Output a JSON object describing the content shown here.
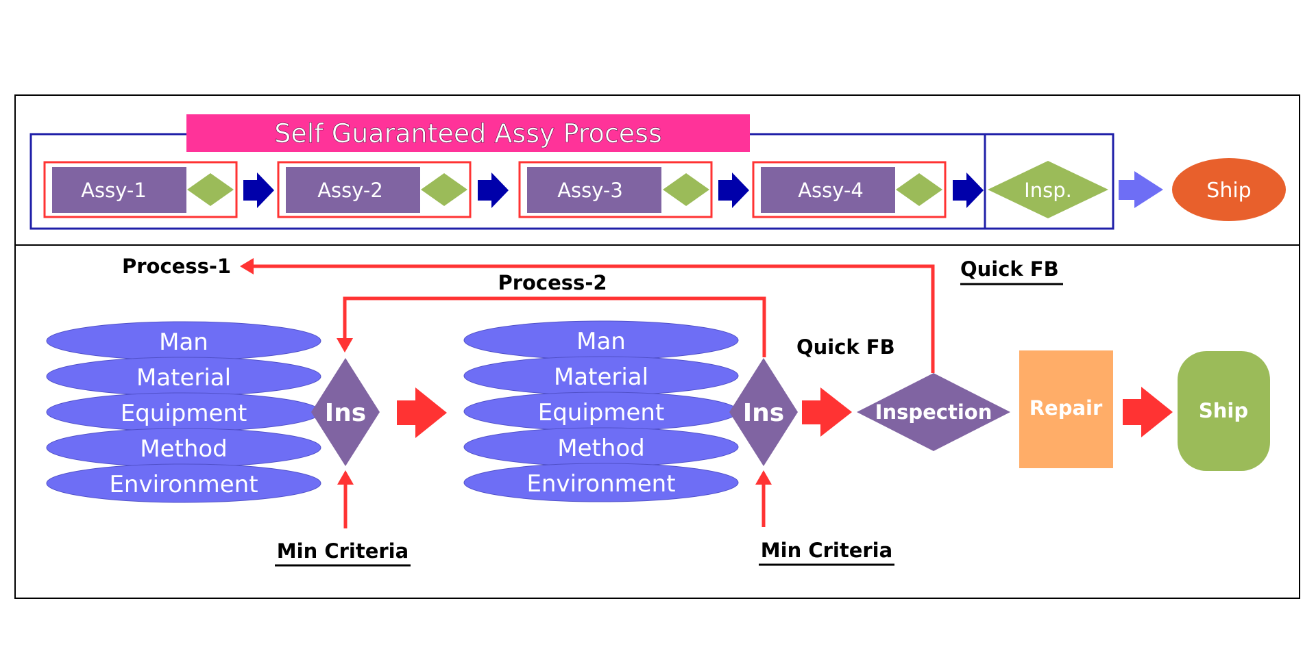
{
  "top_section": {
    "banner_title": "Self Guaranteed Assy Process",
    "assy_steps": [
      {
        "label": "Assy-1"
      },
      {
        "label": "Assy-2"
      },
      {
        "label": "Assy-3"
      },
      {
        "label": "Assy-4"
      }
    ],
    "inspection_label": "Insp.",
    "ship_label": "Ship"
  },
  "bottom_section": {
    "process1_label": "Process-1",
    "process2_label": "Process-2",
    "quick_fb_top": "Quick FB",
    "quick_fb_middle": "Quick FB",
    "stack_1": [
      "Man",
      "Material",
      "Equipment",
      "Method",
      "Environment"
    ],
    "stack_2": [
      "Man",
      "Material",
      "Equipment",
      "Method",
      "Environment"
    ],
    "ins_1": "Ins",
    "ins_2": "Ins",
    "min_criteria_1": "Min Criteria",
    "min_criteria_2": "Min Criteria",
    "inspection_label": "Inspection",
    "repair_label": "Repair",
    "ship_label": "Ship"
  },
  "colors": {
    "purple": "#8064a2",
    "green": "#9bbb59",
    "navy_arrow": "#0000aa",
    "blue_frame": "#1f1fa8",
    "red_frame": "#ff3333",
    "pink_banner": "#ff3399",
    "periwinkle": "#6e6ef5",
    "orange_ship": "#e8602c",
    "red_arrow": "#ff3333",
    "repair_orange": "#ffad68",
    "ship_green": "#9bbb59"
  }
}
